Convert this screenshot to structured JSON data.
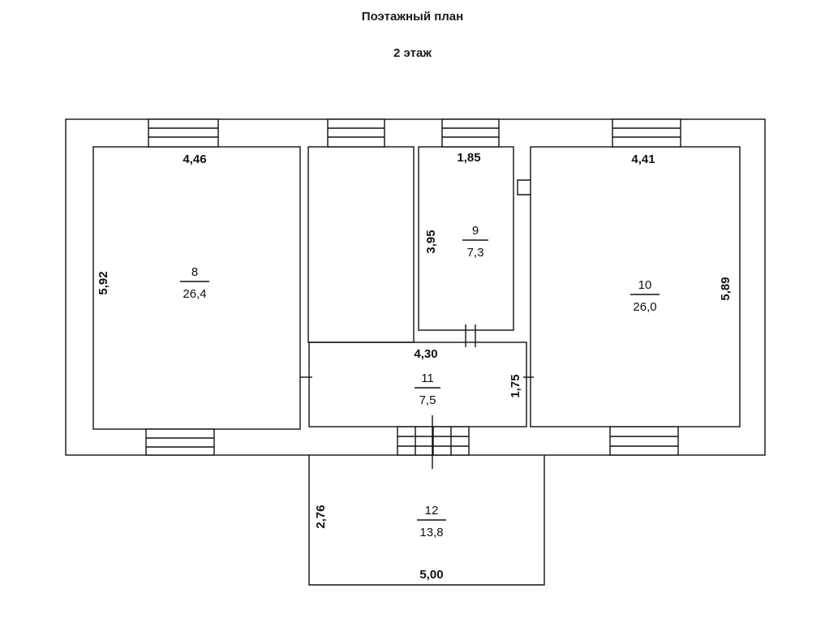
{
  "title": "Поэтажный план",
  "floor": "2 этаж",
  "rooms": {
    "r8": {
      "number": "8",
      "area": "26,4"
    },
    "r9": {
      "number": "9",
      "area": "7,3"
    },
    "r10": {
      "number": "10",
      "area": "26,0"
    },
    "r11": {
      "number": "11",
      "area": "7,5"
    },
    "r12": {
      "number": "12",
      "area": "13,8"
    }
  },
  "dimensions": {
    "d446": "4,46",
    "d592": "5,92",
    "d185": "1,85",
    "d395": "3,95",
    "d441": "4,41",
    "d589": "5,89",
    "d430": "4,30",
    "d175": "1,75",
    "d276": "2,76",
    "d500": "5,00"
  }
}
